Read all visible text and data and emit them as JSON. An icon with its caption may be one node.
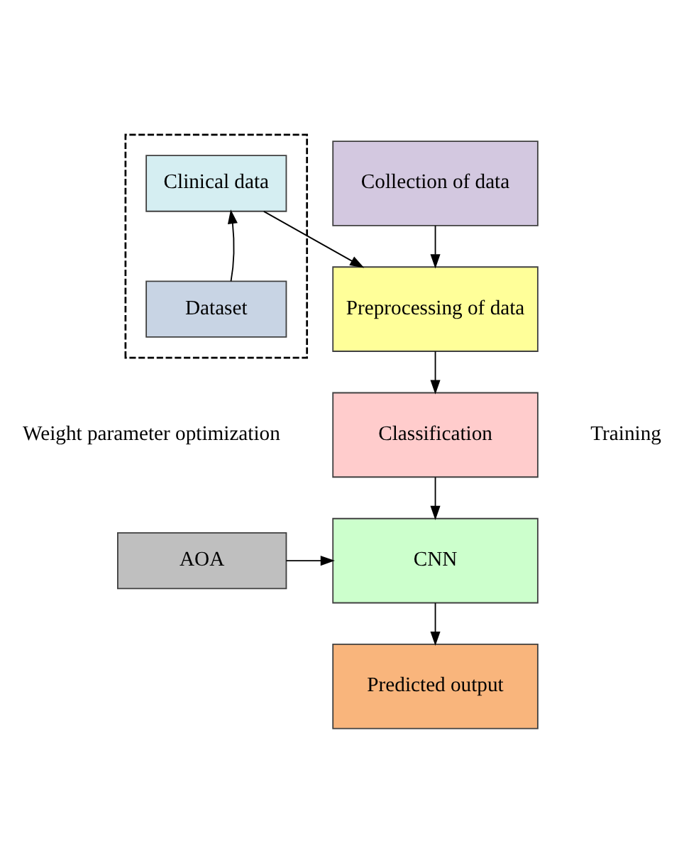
{
  "diagram": {
    "nodes": [
      {
        "text": [],
        "shape": "box"
      },
      {
        "text": [
          "Collection of data"
        ]
      },
      {
        "text": [
          "Clinical data"
        ],
        "in": 0
      },
      {
        "text": [
          "Preprocessing of data"
        ]
      },
      {
        "text": [
          "Dataset"
        ],
        "in": 0
      },
      {
        "text": [
          "Classification"
        ]
      },
      {
        "text": [
          "AOA"
        ]
      },
      {
        "text": [
          "CNN"
        ]
      },
      {
        "text": [
          "Predicted output"
        ]
      }
    ],
    "edges": [
      {
        "from": 1,
        "to": 3,
        "arrow": "to"
      },
      {
        "from": 2,
        "to": 3,
        "arrow": "to"
      },
      {
        "from": 4,
        "to": 2,
        "arrow": "to"
      },
      {
        "from": 3,
        "to": 5,
        "arrow": "to"
      },
      {
        "from": 5,
        "to": 7,
        "arrow": "to"
      },
      {
        "from": 6,
        "to": 7,
        "arrow": "to"
      },
      {
        "from": 7,
        "to": 8,
        "arrow": "to"
      }
    ],
    "labels": [
      "Weight parameter optimization",
      "Training"
    ]
  }
}
